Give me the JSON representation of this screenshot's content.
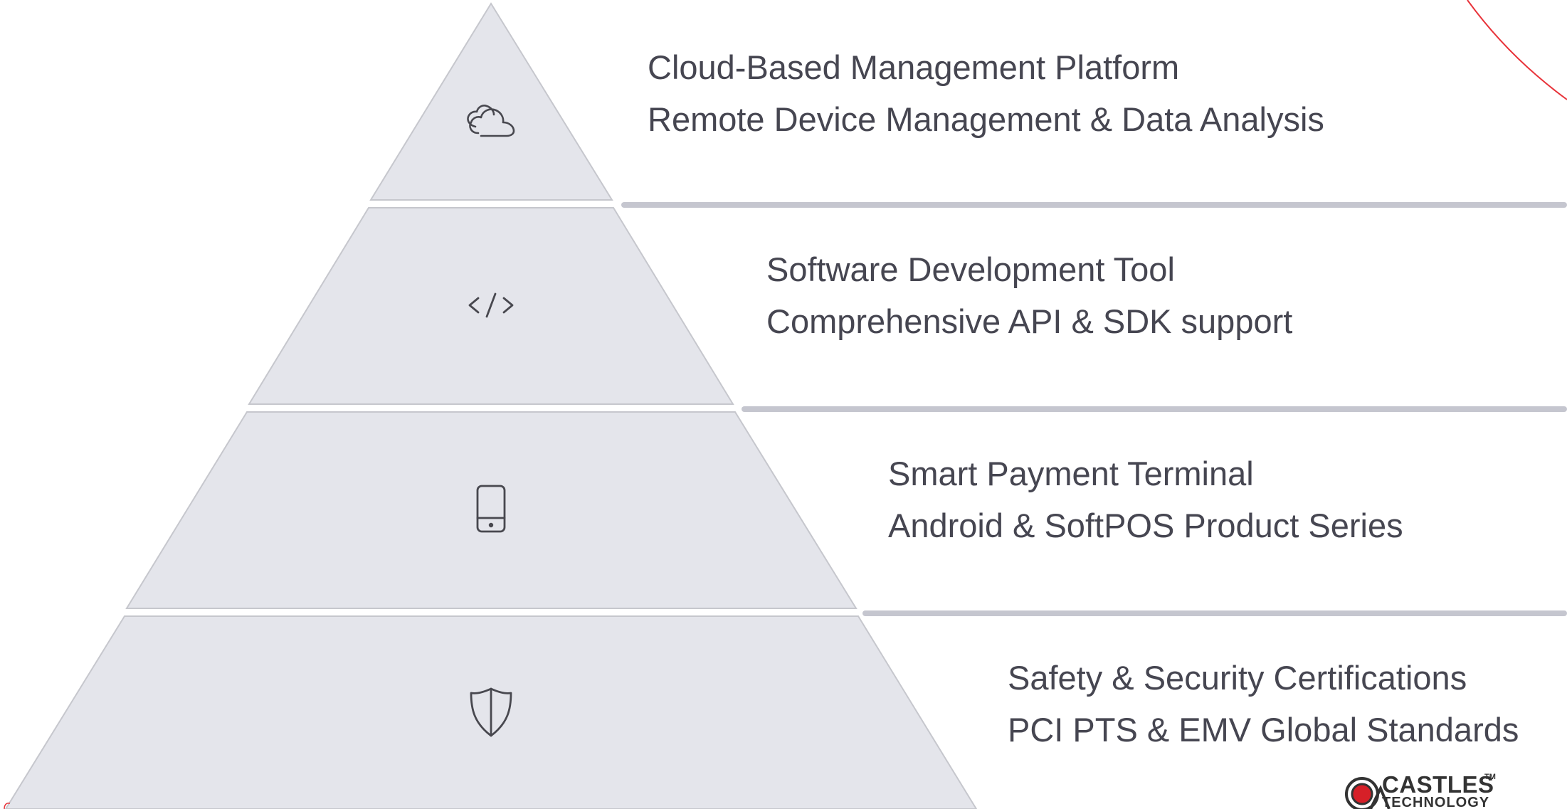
{
  "colors": {
    "tier_fill": "#e4e5eb",
    "tier_stroke": "#c6c7cd",
    "divider": "#c5c6cf",
    "icon": "#48484f",
    "text": "#464651",
    "accent_arc": "#e8333a",
    "logo_red": "#d62028"
  },
  "tiers": [
    {
      "icon": "cloud-icon",
      "lines": [
        "Cloud-Based Management Platform",
        "Remote Device Management & Data Analysis"
      ]
    },
    {
      "icon": "code-icon",
      "lines": [
        "Software Development Tool",
        "Comprehensive API & SDK support"
      ]
    },
    {
      "icon": "smartphone-icon",
      "lines": [
        "Smart Payment Terminal",
        "Android & SoftPOS Product Series"
      ]
    },
    {
      "icon": "shield-icon",
      "lines": [
        "Safety & Security Certifications",
        "PCI PTS & EMV Global Standards"
      ]
    }
  ],
  "logo": {
    "name": "CASTLES",
    "trademark": "TM",
    "subtitle": "TECHNOLOGY"
  }
}
